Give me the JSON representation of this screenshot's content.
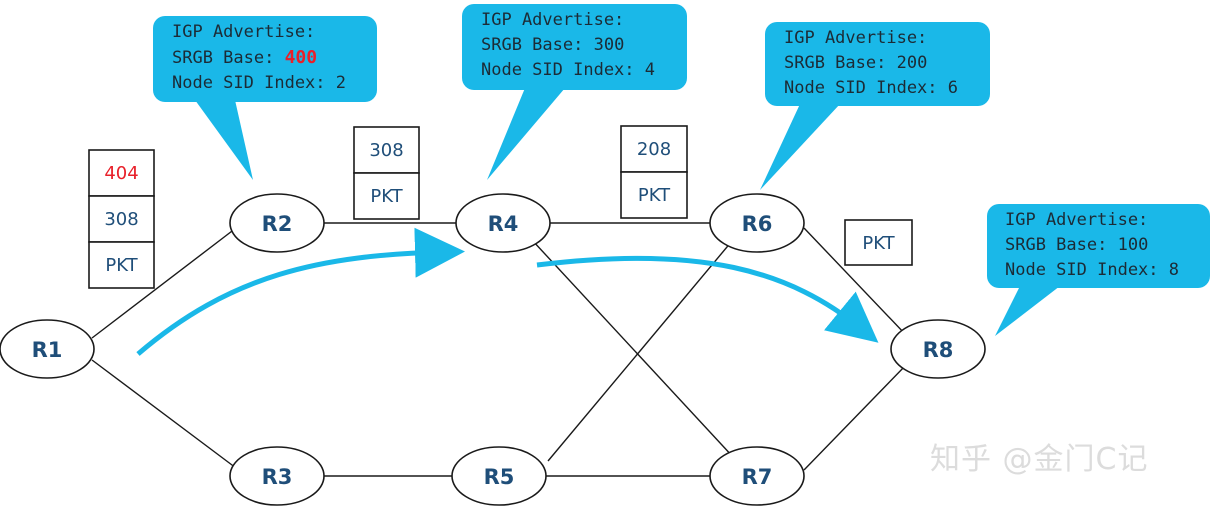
{
  "nodes": {
    "r1": "R1",
    "r2": "R2",
    "r3": "R3",
    "r4": "R4",
    "r5": "R5",
    "r6": "R6",
    "r7": "R7",
    "r8": "R8"
  },
  "label_stacks": {
    "r1_r2": [
      "404",
      "308",
      "PKT"
    ],
    "r2_r4": [
      "308",
      "PKT"
    ],
    "r4_r6": [
      "208",
      "PKT"
    ],
    "r6_r8": [
      "PKT"
    ]
  },
  "callouts": {
    "r2": {
      "line1": "IGP Advertise:",
      "base_label": "SRGB Base: ",
      "base_value": "400",
      "line3": "Node SID Index: 2"
    },
    "r4": {
      "line1": "IGP Advertise:",
      "base_label": "SRGB Base: ",
      "base_value": "300",
      "line3": "Node SID Index: 4"
    },
    "r6": {
      "line1": "IGP Advertise:",
      "base_label": "SRGB Base: ",
      "base_value": "200",
      "line3": "Node SID Index: 6"
    },
    "r8": {
      "line1": "IGP Advertise:",
      "base_label": "SRGB Base: ",
      "base_value": "100",
      "line3": "Node SID Index: 8"
    }
  },
  "watermark": "知乎 @金门C记",
  "colors": {
    "callout_fill": "#1ab8e8",
    "arrow": "#1ab8e8",
    "highlight": "#e8202a",
    "node_text": "#1f4e79"
  }
}
